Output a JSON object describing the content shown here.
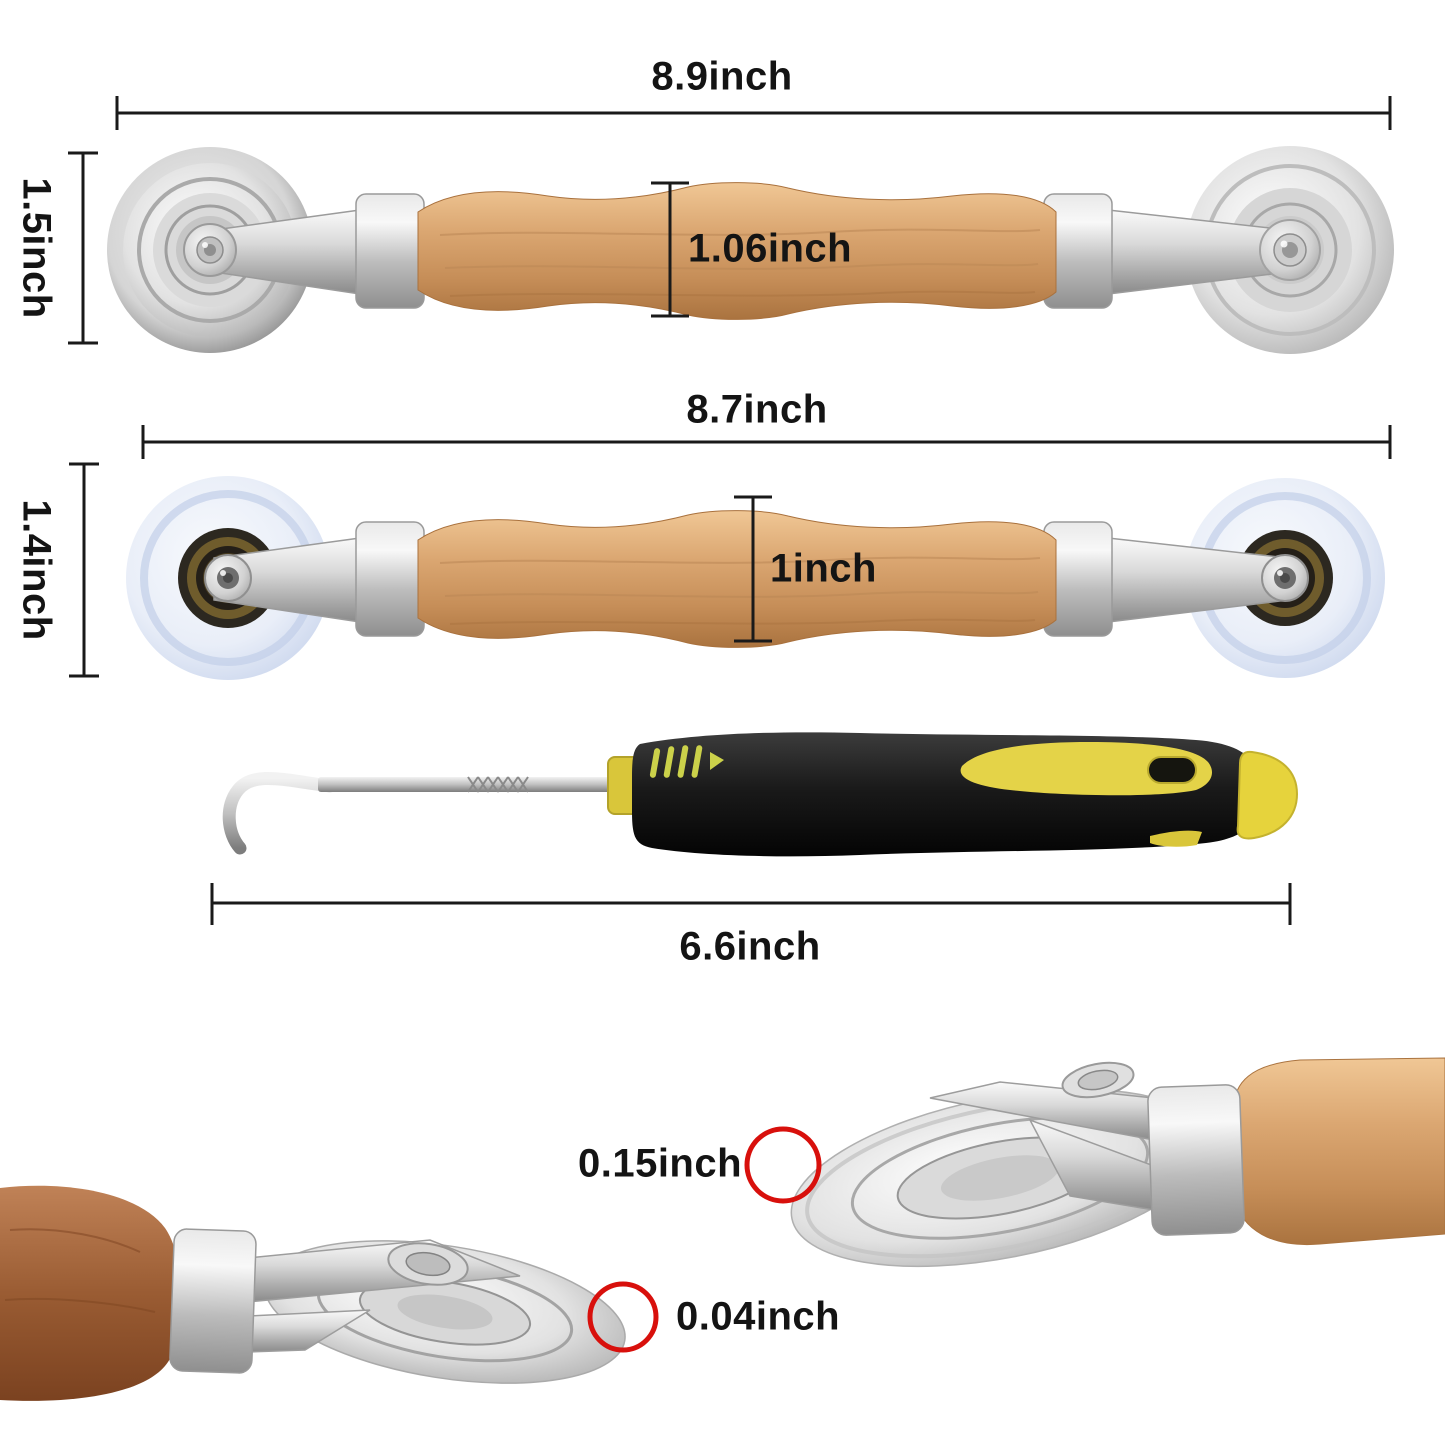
{
  "image_type": "product-dimension-diagram",
  "labels": {
    "tool1_length": "8.9inch",
    "tool1_wheel_diameter": "1.5inch",
    "tool1_handle_diameter": "1.06inch",
    "tool2_length": "8.7inch",
    "tool2_wheel_diameter": "1.4inch",
    "tool2_handle_diameter": "1inch",
    "hook_length": "6.6inch",
    "closeup_groove_width": "0.15inch",
    "closeup_edge_thickness": "0.04inch"
  },
  "colors": {
    "background": "#ffffff",
    "dimension_line": "#1a1a1a",
    "label_text": "#141414",
    "red_circle": "#d8100c",
    "wood_light": "#d6a06c",
    "wood_dark": "#9a5f38",
    "metal_silver": "#c9c9c9",
    "steel_wheel_rim_dark": "#6f6f6f",
    "nylon_wheel": "#dfe6f2",
    "hook_handle_black": "#161616",
    "hook_handle_yellow": "#ddca35"
  }
}
